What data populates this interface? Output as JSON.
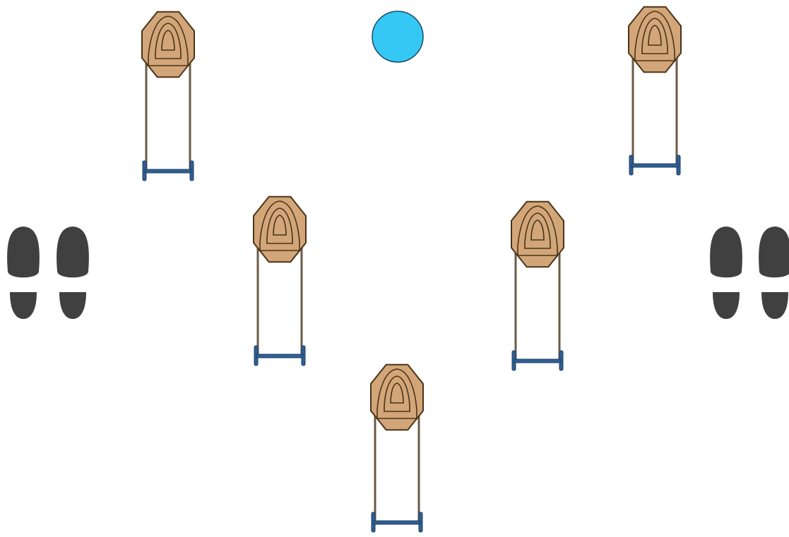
{
  "colors": {
    "background": "#ffffff",
    "target_fill": "#d2a679",
    "target_stroke": "#4a3418",
    "stand_leg": "#6b5a45",
    "stand_base": "#2f5f93",
    "stand_base_dark": "#1f3f66",
    "ball_fill": "#35c8f5",
    "ball_stroke": "#1a4c66",
    "footprint": "#404040"
  },
  "targets": [
    {
      "name": "target-top-left",
      "icon": "steel-target-icon"
    },
    {
      "name": "target-top-right",
      "icon": "steel-target-icon"
    },
    {
      "name": "target-middle-left",
      "icon": "steel-target-icon"
    },
    {
      "name": "target-middle-right",
      "icon": "steel-target-icon"
    },
    {
      "name": "target-bottom-center",
      "icon": "steel-target-icon"
    }
  ],
  "ball": {
    "name": "blue-ball",
    "icon": "blue-circle-icon"
  },
  "shooting_positions": [
    {
      "name": "shooting-position-left",
      "icon": "footprints-icon"
    },
    {
      "name": "shooting-position-right",
      "icon": "footprints-icon"
    }
  ]
}
